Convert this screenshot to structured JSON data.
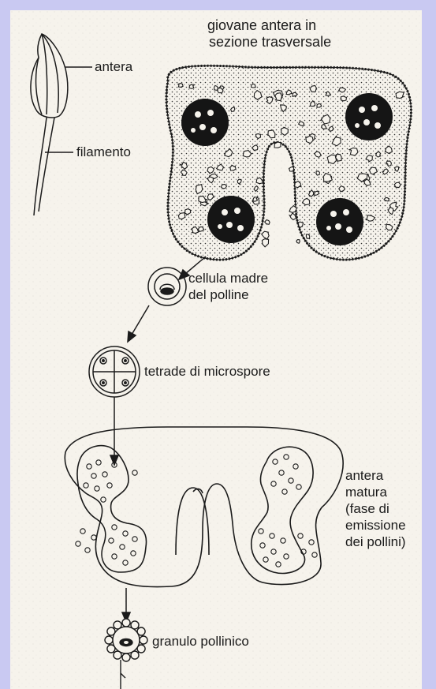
{
  "labels": {
    "antera": "antera",
    "filamento": "filamento",
    "giovane_antera": [
      "giovane antera in",
      "sezione trasversale"
    ],
    "cellula_madre": [
      "cellula madre",
      "del polline"
    ],
    "tetrade": "tetrade di microspore",
    "antera_matura": [
      "antera",
      "matura",
      "(fase di",
      "emissione",
      "dei pollini)"
    ],
    "granulo": "granulo pollinico"
  },
  "colors": {
    "frame": "#c9c9f2",
    "paper": "#f6f3ec",
    "ink": "#1b1b1b"
  }
}
